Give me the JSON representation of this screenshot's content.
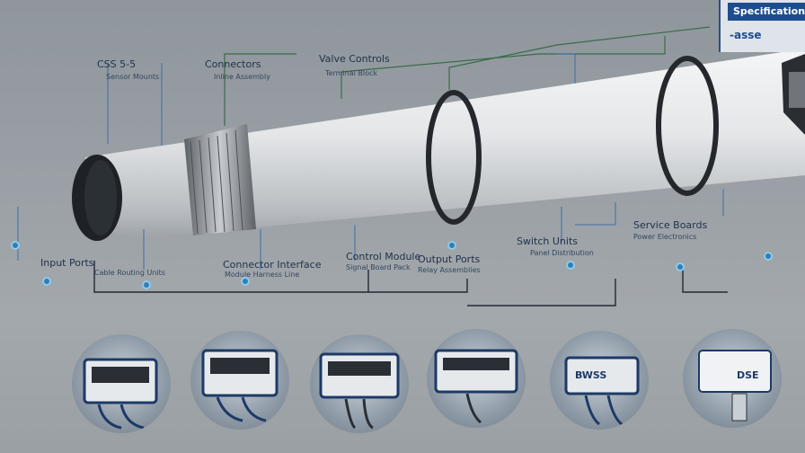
{
  "header": {
    "badge_line1": "Specification",
    "badge_line2": "-asse"
  },
  "labels_top": [
    {
      "t": "CSS 5-5",
      "s": "Sensor Mounts"
    },
    {
      "t": "Connectors",
      "s": "Inline Assembly"
    },
    {
      "t": "Valve Controls",
      "s": "Terminal Block"
    }
  ],
  "labels_bottom": [
    {
      "t": "Input Ports",
      "s": "Cable Routing Units"
    },
    {
      "t": "Connector Interface",
      "s": "Module Harness Line"
    },
    {
      "t": "Control Module",
      "s": "Signal Board Pack"
    },
    {
      "t": "Output Ports",
      "s": "Relay Assemblies"
    },
    {
      "t": "Switch Units",
      "s": "Panel Distribution"
    },
    {
      "t": "Service Boards",
      "s": "Power Electronics"
    }
  ],
  "modules": [
    {
      "label": ""
    },
    {
      "label": ""
    },
    {
      "label": ""
    },
    {
      "label": ""
    },
    {
      "label": "BWSS"
    },
    {
      "label": "DSE"
    }
  ],
  "colors": {
    "accent": "#1d4d8e",
    "node": "#2f7fb5"
  }
}
